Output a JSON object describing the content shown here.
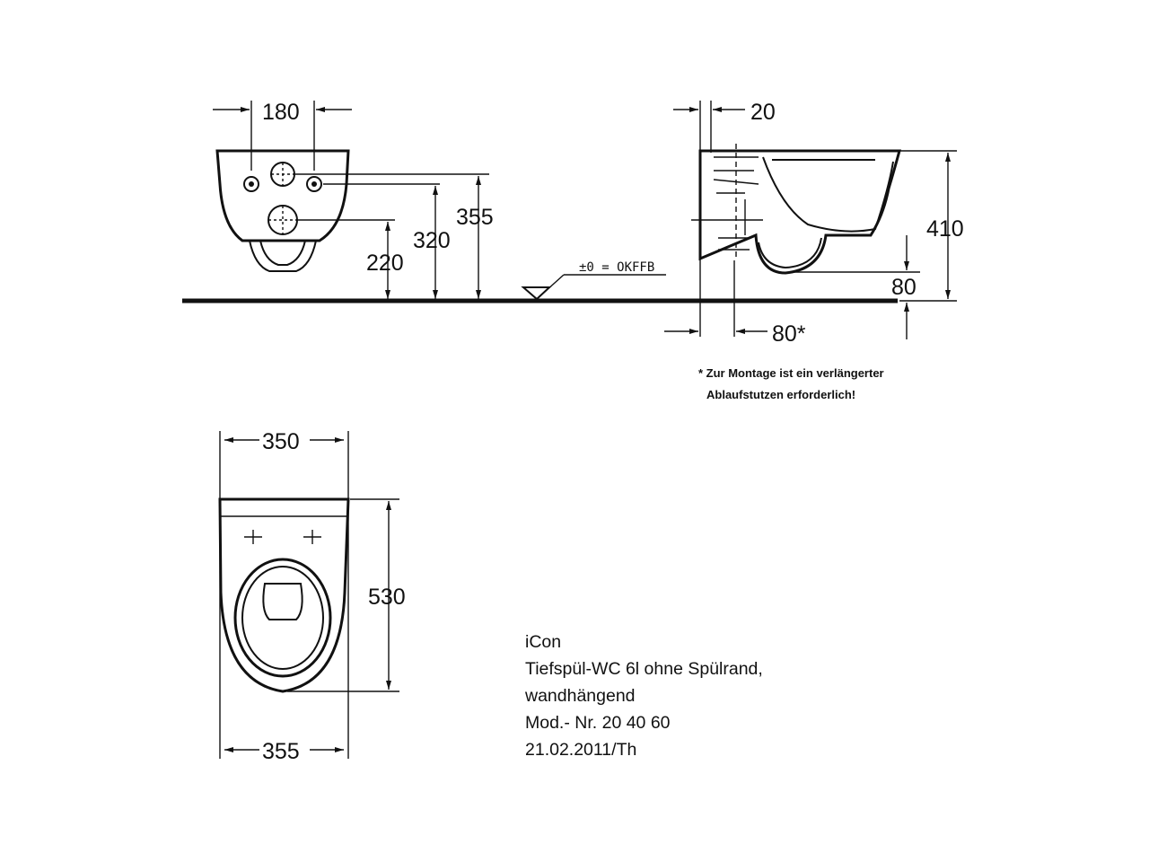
{
  "front_view": {
    "dim_width_fixing": "180",
    "dim_height_total": "355",
    "dim_height_upper_hole": "320",
    "dim_height_lower_hole": "220",
    "level_label": "±0 = OKFFB"
  },
  "side_view": {
    "dim_wall_gap": "20",
    "dim_height": "410",
    "dim_outlet_height": "80",
    "dim_outlet_offset": "80*"
  },
  "footnote": {
    "line1": "* Zur Montage ist ein verlängerter",
    "line2": "Ablaufstutzen erforderlich!"
  },
  "top_view": {
    "dim_width_top": "350",
    "dim_depth": "530",
    "dim_width_bottom": "355"
  },
  "legend": {
    "line1": "iCon",
    "line2": "Tiefspül-WC 6l ohne Spülrand,",
    "line3": "wandhängend",
    "line4": "Mod.- Nr. 20 40 60",
    "line5": "21.02.2011/Th"
  }
}
